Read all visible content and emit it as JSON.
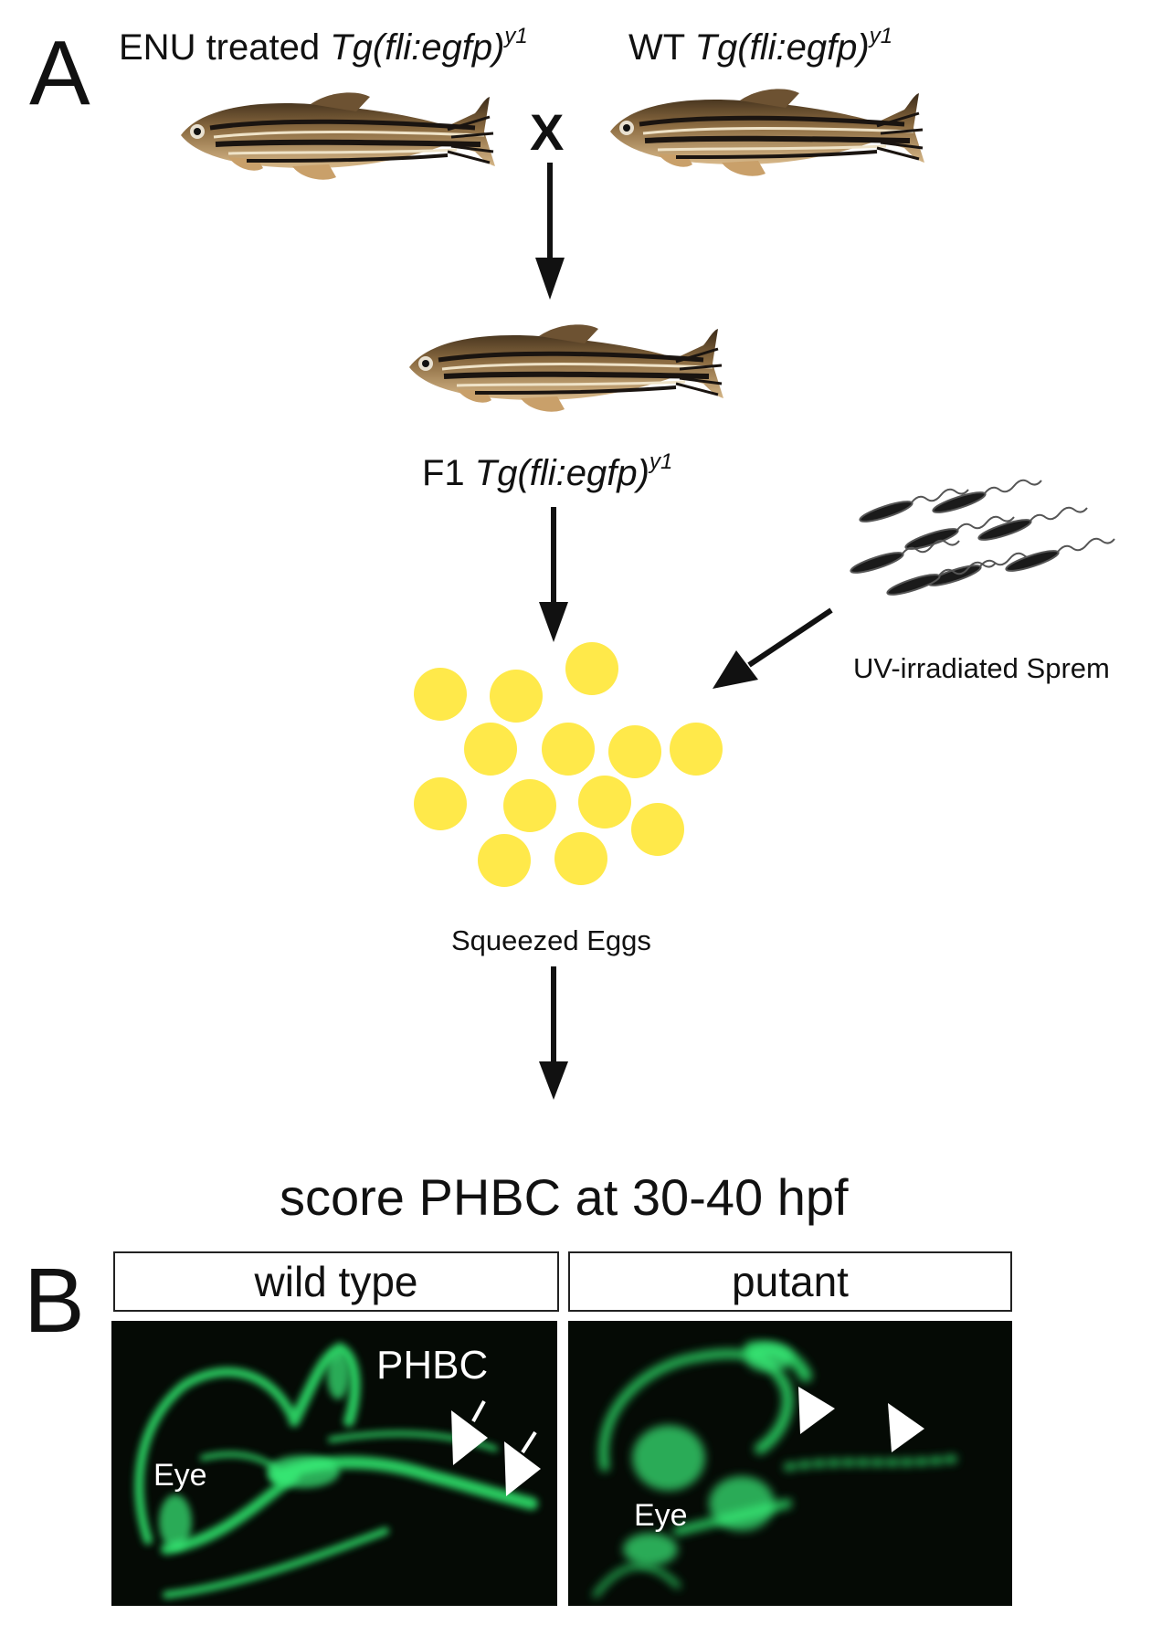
{
  "panel_a": {
    "letter": "A",
    "parent1": {
      "prefix": "ENU treated ",
      "genotype": "Tg(fli:egfp)",
      "allele": "y1"
    },
    "parent2": {
      "prefix": "WT ",
      "genotype": "Tg(fli:egfp)",
      "allele": "y1"
    },
    "cross_symbol": "X",
    "f1": {
      "prefix": "F1 ",
      "genotype": "Tg(fli:egfp)",
      "allele": "y1"
    },
    "sperm_label": "UV-irradiated Sprem",
    "eggs_label": "Squeezed Eggs",
    "score_label": "score PHBC at 30-40 hpf",
    "egg_color": "#ffe94a"
  },
  "panel_b": {
    "letter": "B",
    "wild_type_label": "wild type",
    "putant_label": "putant",
    "phbc_label": "PHBC",
    "eye_label_left": "Eye",
    "eye_label_right": "Eye",
    "fluorescence_color": "#2ee06a"
  }
}
